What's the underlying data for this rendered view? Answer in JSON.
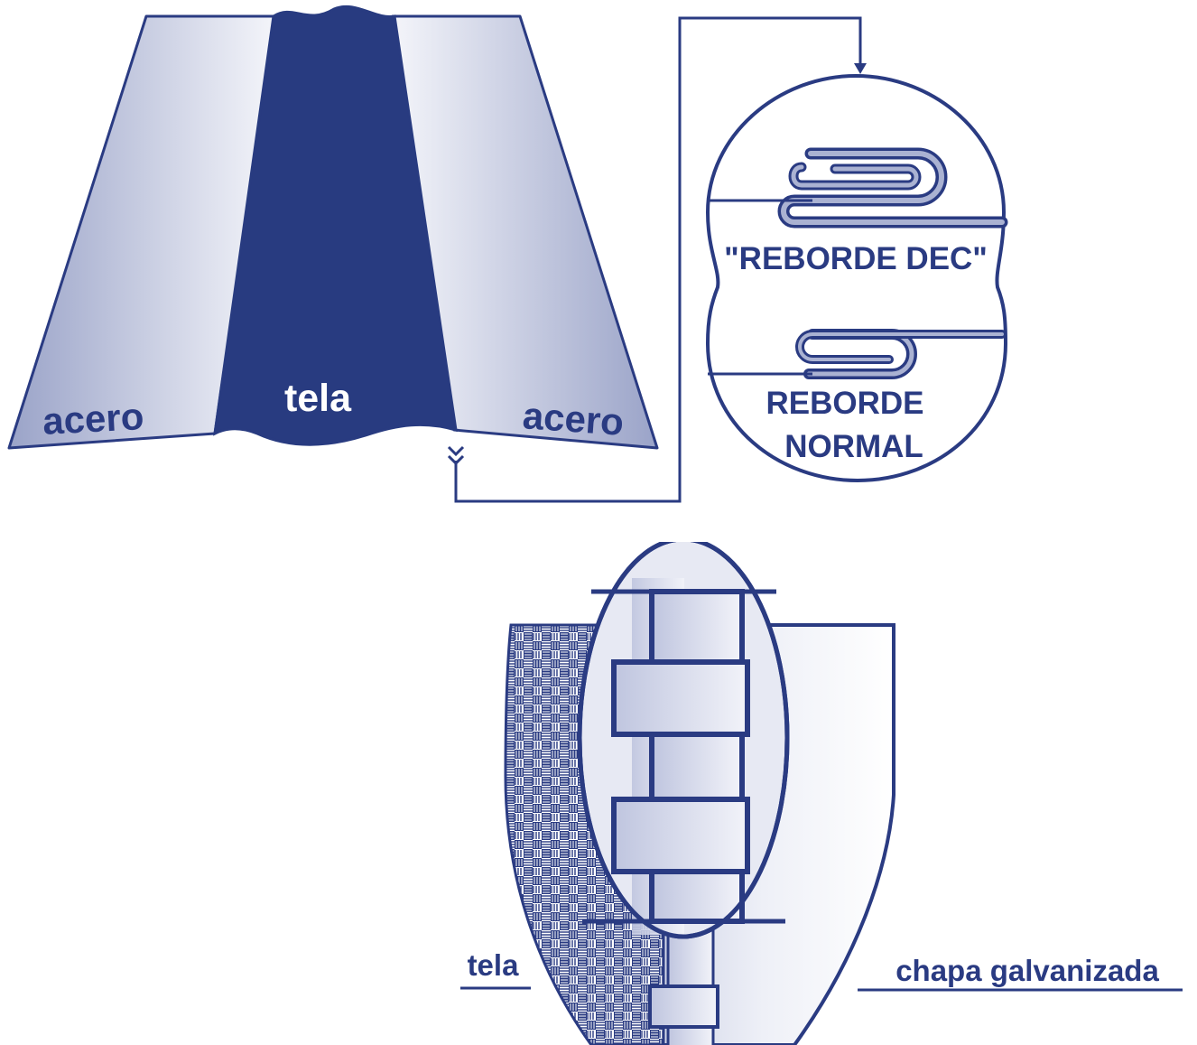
{
  "colors": {
    "navy": "#283b80",
    "stroke": "#2a3b82",
    "light": "#eef0f8",
    "mid": "#aab2d2",
    "white": "#ffffff"
  },
  "top_panel": {
    "center_label": "tela",
    "left_label": "acero",
    "right_label": "acero"
  },
  "detail": {
    "upper_label": "\"REBORDE DEC\"",
    "lower_label_line1": "REBORDE",
    "lower_label_line2": "NORMAL"
  },
  "bottom_panel": {
    "fabric_label": "tela",
    "sheet_label": "chapa galvanizada"
  }
}
